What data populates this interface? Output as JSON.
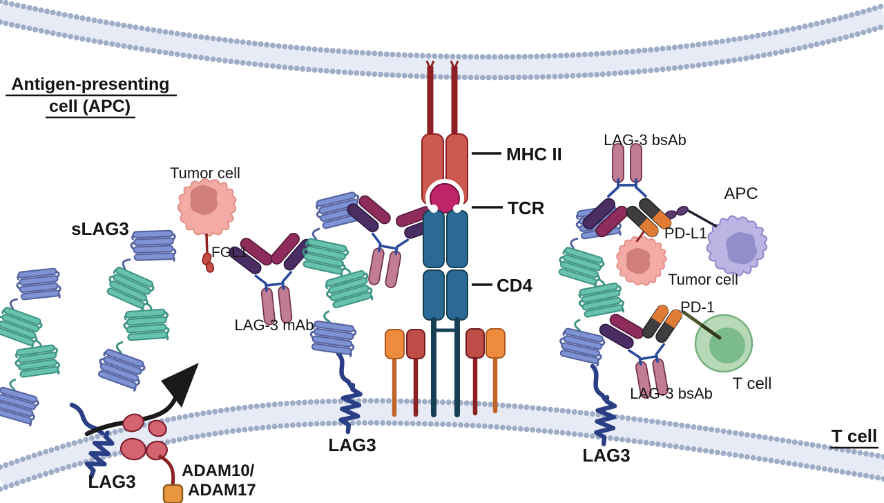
{
  "figure": {
    "title": "LAG-3 immune checkpoint biology diagram",
    "background": "#ffffff"
  },
  "labels": {
    "apc_cell_line1": "Antigen-presenting",
    "apc_cell_line2": "cell (APC)",
    "slag3": "sLAG3",
    "tumor_cell_left": "Tumor cell",
    "fgl1": "FGL1",
    "lag3_mab": "LAG-3 mAb",
    "mhc2": "MHC II",
    "tcr": "TCR",
    "cd4": "CD4",
    "lag3_left": "LAG3",
    "lag3_center": "LAG3",
    "lag3_right": "LAG3",
    "adam_line1": "ADAM10/",
    "adam_line2": "ADAM17",
    "lag3_bsab_top": "LAG-3 bsAb",
    "apc_right": "APC",
    "pdl1": "PD-L1",
    "tumor_cell_right": "Tumor cell",
    "pd1": "PD-1",
    "lag3_bsab_bottom": "LAG-3 bsAb",
    "t_cell_right": "T cell",
    "t_cell_membrane": "T cell"
  },
  "colors": {
    "lag3_domain_blue": "#7d93d3",
    "lag3_domain_teal": "#68c2ae",
    "lag3_tail_navy": "#2b3f87",
    "membrane_dot": "#9fadc7",
    "membrane_band": "#e6ebf6",
    "antibody_arm_purple": "#4a2d62",
    "antibody_arm_maroon": "#8e2c5c",
    "antibody_arm_orange": "#e07b36",
    "antibody_arm_black": "#3f3d40",
    "antibody_stem_pink": "#c07d93",
    "antibody_hinge_blue": "#2b4a9b",
    "mhc2_red": "#cd5a52",
    "mhc2_dark_red": "#8c2022",
    "peptide_magenta": "#bf2368",
    "tcr_cd4_teal": "#2a6a94",
    "cd3_orange": "#ee8c3e",
    "cd3_red": "#c04e48",
    "adam_red": "#d46570",
    "tumor_cell_pink": "#f4aba5",
    "apc_cell_lavender": "#bab5e2",
    "t_cell_green": "#b7d9b7",
    "arrow_black": "#1a1a1a",
    "pd1_olive": "#4f5430",
    "pdl1_purple": "#5b3a6e"
  }
}
